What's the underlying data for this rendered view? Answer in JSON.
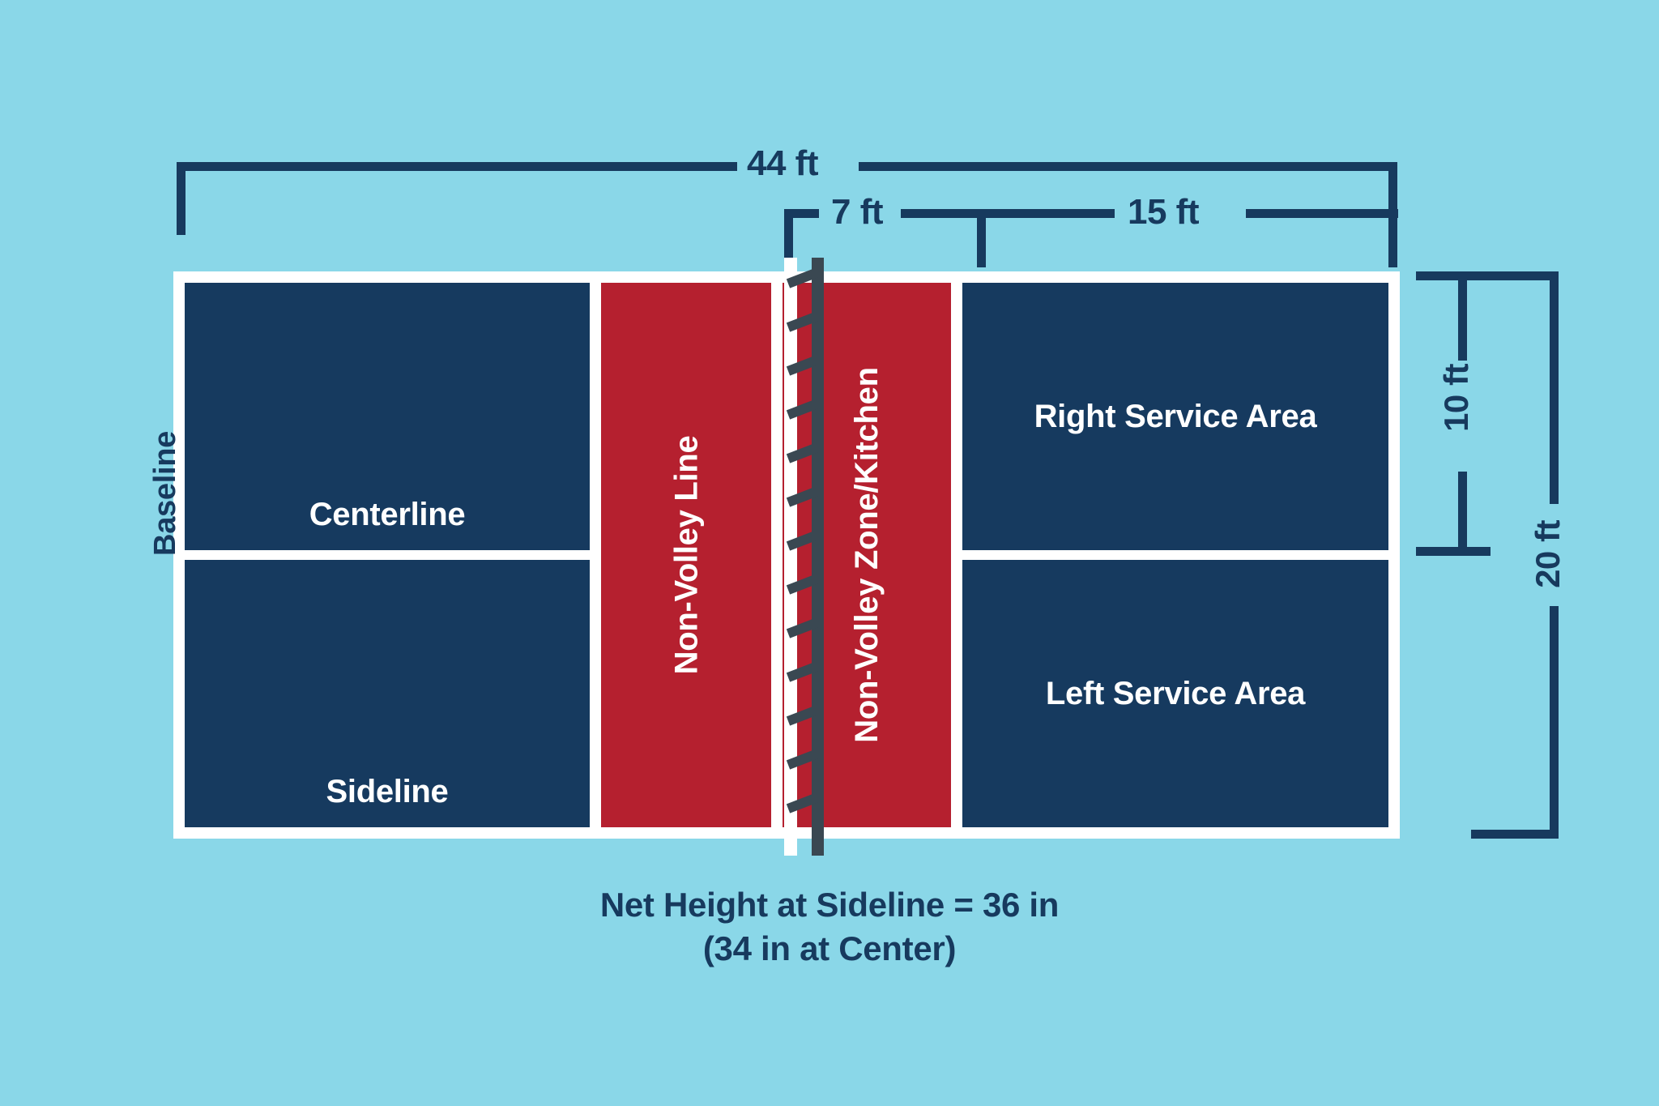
{
  "diagram": {
    "title_caption_line1": "Net Height at Sideline = 36 in",
    "title_caption_line2": "(34 in at Center)",
    "colors": {
      "background": "#8AD7E8",
      "court_navy": "#163A5F",
      "kitchen_red": "#B5202F",
      "line_white": "#FFFFFF",
      "dimension_navy": "#173A5E",
      "net_gray": "#3A4852"
    }
  },
  "dimensions": {
    "overall_length": "44 ft",
    "kitchen_depth": "7 ft",
    "service_depth": "15 ft",
    "service_width": "10 ft",
    "overall_width": "20 ft"
  },
  "court_labels": {
    "baseline": "Baseline",
    "centerline": "Centerline",
    "sideline": "Sideline",
    "non_volley_line": "Non-Volley Line",
    "non_volley_zone": "Non-Volley Zone/Kitchen",
    "right_service_area": "Right Service Area",
    "left_service_area": "Left Service Area"
  }
}
